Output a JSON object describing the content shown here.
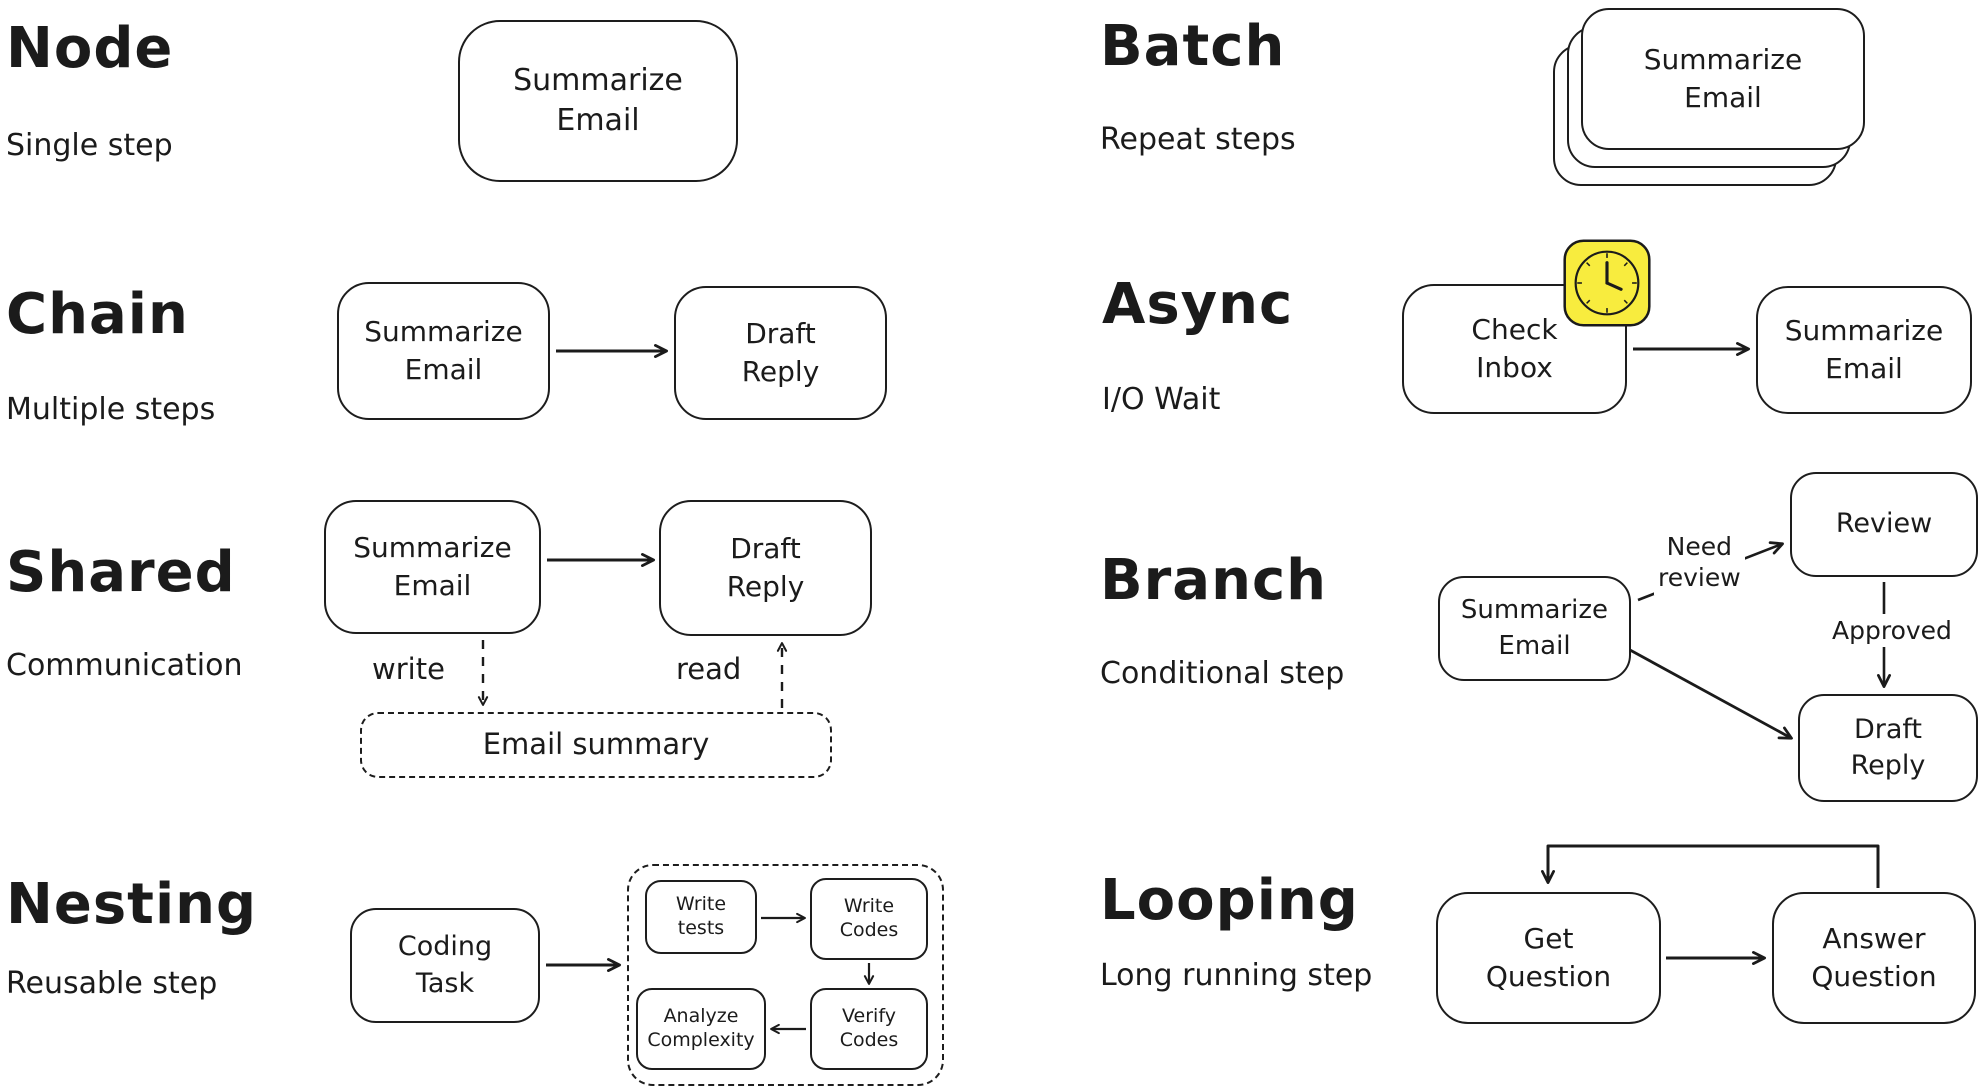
{
  "canvas": {
    "background": "#ffffff",
    "ink": "#1b1b1b",
    "accent_yellow": "#f8ec3e"
  },
  "sections": {
    "node": {
      "title": "Node",
      "subtitle": "Single step",
      "box": "Summarize\nEmail"
    },
    "chain": {
      "title": "Chain",
      "subtitle": "Multiple steps",
      "box1": "Summarize\nEmail",
      "box2": "Draft\nReply"
    },
    "shared": {
      "title": "Shared",
      "subtitle": "Communication",
      "box1": "Summarize\nEmail",
      "box2": "Draft\nReply",
      "write_label": "write",
      "read_label": "read",
      "store": "Email summary"
    },
    "nesting": {
      "title": "Nesting",
      "subtitle": "Reusable step",
      "box1": "Coding\nTask",
      "sub1": "Write\ntests",
      "sub2": "Write\nCodes",
      "sub3": "Analyze\nComplexity",
      "sub4": "Verify\nCodes"
    },
    "batch": {
      "title": "Batch",
      "subtitle": "Repeat steps",
      "box": "Summarize\nEmail"
    },
    "async": {
      "title": "Async",
      "subtitle": "I/O Wait",
      "box1": "Check\nInbox",
      "box2": "Summarize\nEmail",
      "icon": "clock-icon"
    },
    "branch": {
      "title": "Branch",
      "subtitle": "Conditional step",
      "box1": "Summarize\nEmail",
      "box2": "Review",
      "box3": "Draft\nReply",
      "label1": "Need\nreview",
      "label2": "Approved"
    },
    "looping": {
      "title": "Looping",
      "subtitle": "Long running step",
      "box1": "Get\nQuestion",
      "box2": "Answer\nQuestion"
    }
  }
}
